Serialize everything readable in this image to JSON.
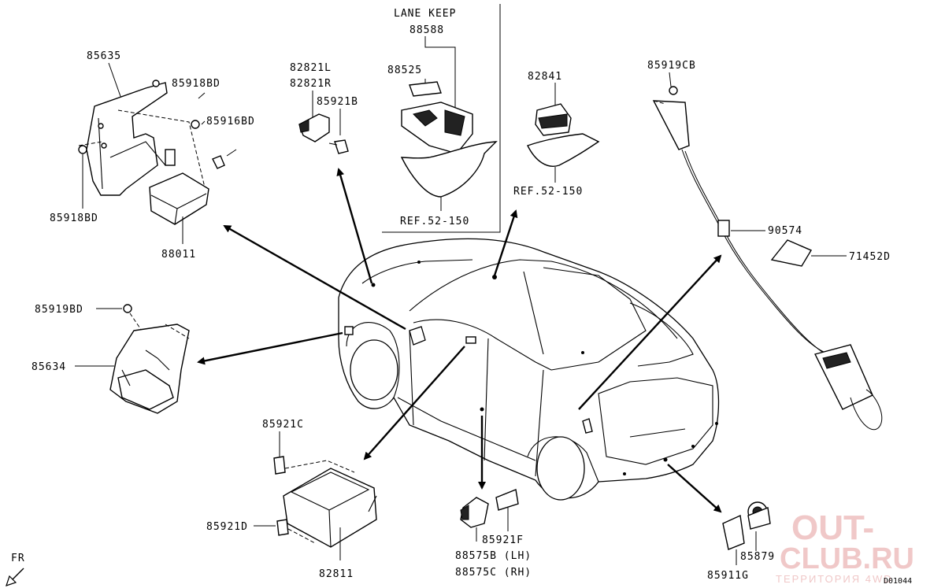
{
  "labels": {
    "lane_keep": "LANE KEEP",
    "p88588": "88588",
    "p88525": "88525",
    "ref1": "REF.52-150",
    "p82841": "82841",
    "ref2": "REF.52-150",
    "p85919CB": "85919CB",
    "p90574": "90574",
    "p71452D": "71452D",
    "p85635": "85635",
    "p85918BD_top": "85918BD",
    "p85916BD": "85916BD",
    "p85918BD_bot": "85918BD",
    "p88011": "88011",
    "p82821L": "82821L",
    "p82821R": "82821R",
    "p85921B": "85921B",
    "p85919BD": "85919BD",
    "p85634": "85634",
    "p85921C": "85921C",
    "p85921D": "85921D",
    "p82811": "82811",
    "p85921F": "85921F",
    "p88575B": "88575B (LH)",
    "p88575C": "88575C (RH)",
    "p85879": "85879",
    "p85911G": "85911G",
    "fr": "FR",
    "diagram_code": "D01044"
  },
  "watermark": {
    "line1": "OUT-",
    "line2": "CLUB.RU",
    "line3": "ТЕРРИТОРИЯ 4WD",
    "color": "#f0c8c8"
  }
}
